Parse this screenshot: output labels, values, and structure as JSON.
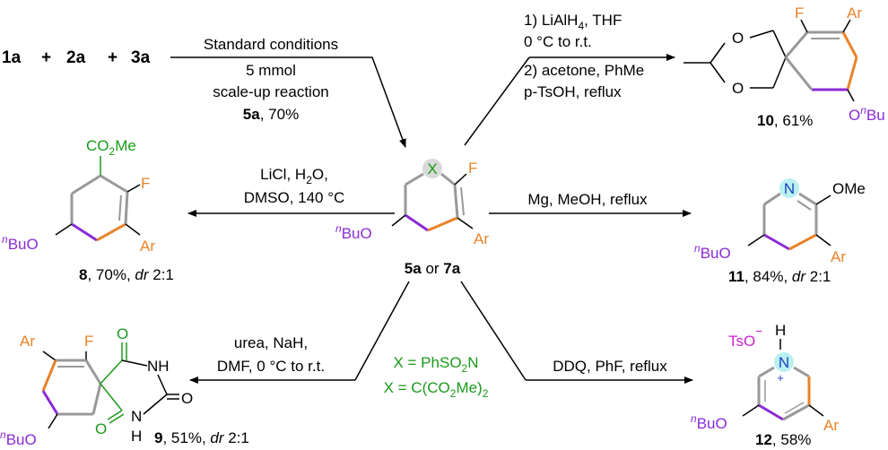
{
  "top_left": {
    "reactants": [
      "1a",
      "2a",
      "3a"
    ],
    "plus": "+",
    "cond": [
      "Standard conditions",
      "5 mmol",
      "scale-up reaction"
    ],
    "yield_num": "5a",
    "yield_text": ", 70%"
  },
  "center": {
    "X": "X",
    "F": "F",
    "Ar": "Ar",
    "BuO": "BuO",
    "n": "n",
    "label1": "5a",
    "label_or": " or ",
    "label2": "7a"
  },
  "top_right": {
    "cond1": "1) LiAlH",
    "cond1_sub": "4",
    "cond1_end": ", THF",
    "cond2": "0 °C to r.t.",
    "cond3": "2) acetone, PhMe",
    "cond4": "p-TsOH, reflux",
    "O1": "O",
    "O2": "O",
    "F": "F",
    "Ar": "Ar",
    "O3": "O",
    "n": "n",
    "Bu": "Bu",
    "label": "10",
    "yield": ", 61%"
  },
  "left_mid": {
    "cond1": "LiCl, H",
    "cond1_sub": "2",
    "cond1_end": "O,",
    "cond2": "DMSO, 140 °C",
    "co2me": "CO",
    "co2me_sub": "2",
    "co2me_end": "Me",
    "F": "F",
    "Ar": "Ar",
    "n": "n",
    "BuO": "BuO",
    "label": "8",
    "yield_a": ", 70%, ",
    "dr": "dr",
    "yield_b": " 2:1"
  },
  "right_mid": {
    "cond": "Mg, MeOH, reflux",
    "N": "N",
    "OMe": "OMe",
    "Ar": "Ar",
    "n": "n",
    "BuO": "BuO",
    "label": "11",
    "yield_a": ", 84%, ",
    "dr": "dr",
    "yield_b": " 2:1"
  },
  "bottom_left": {
    "cond1": "urea, NaH,",
    "cond2": "DMF, 0 °C to r.t.",
    "Ar": "Ar",
    "F": "F",
    "O1": "O",
    "NH1": "NH",
    "O2": "O",
    "N": "N",
    "H": "H",
    "O3": "O",
    "n": "n",
    "BuO": "BuO",
    "label": "9",
    "yield_a": ", 51%, ",
    "dr": "dr",
    "yield_b": " 2:1"
  },
  "center_bottom": {
    "x1": "X = PhSO",
    "x1_sub": "2",
    "x1_end": "N",
    "x2": "X = C(CO",
    "x2_sub": "2",
    "x2_mid": "Me)",
    "x2_sub2": "2"
  },
  "bottom_right": {
    "cond": "DDQ, PhF, reflux",
    "TsO": "TsO",
    "minus": "−",
    "H": "H",
    "N": "N",
    "plus": "+",
    "n": "n",
    "BuO": "BuO",
    "Ar": "Ar",
    "label": "12",
    "yield": ", 58%"
  }
}
